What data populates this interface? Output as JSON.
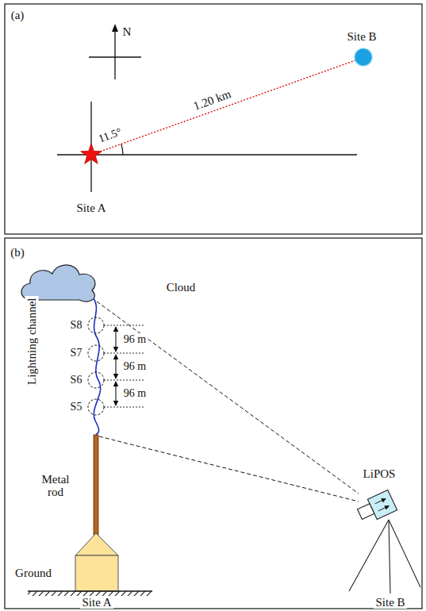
{
  "diagram": {
    "labels": [
      "(a)",
      "N",
      "Site B",
      "11.5°",
      "1.20 km",
      "Site A",
      "(b)",
      "Cloud",
      "Lightning channel",
      "S8",
      "S7",
      "S6",
      "S5",
      "96 m",
      "96 m",
      "96 m",
      "Metal rod",
      "Ground",
      "Site A",
      "LiPOS",
      "Site B"
    ]
  }
}
